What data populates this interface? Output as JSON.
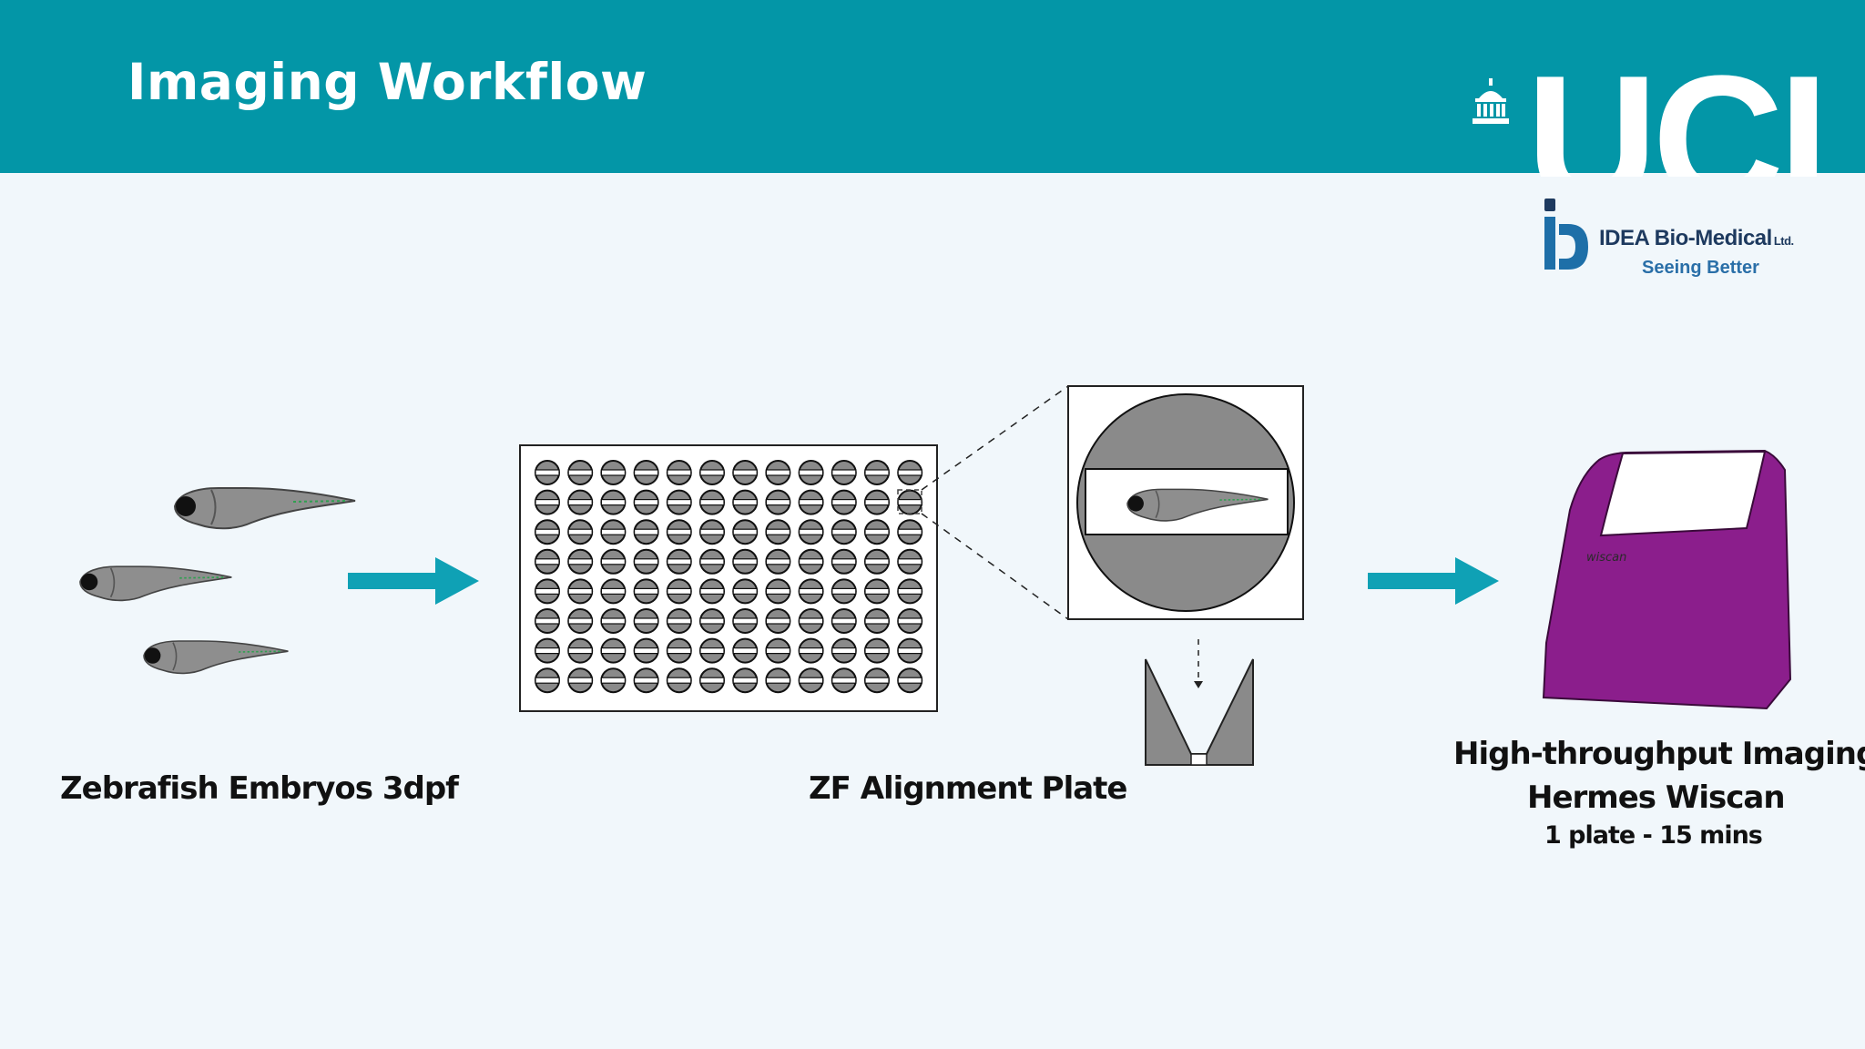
{
  "header": {
    "title": "Imaging Workflow",
    "bg_color": "#0396a7",
    "logo_text": "UCL",
    "logo_icon": "portico-icon"
  },
  "partner_logo": {
    "name": "IDEA Bio-Medical",
    "suffix": "Ltd.",
    "tagline": "Seeing Better",
    "icon": "ib-logo-icon"
  },
  "workflow": {
    "steps": [
      {
        "label": "Zebrafish Embryos 3dpf"
      },
      {
        "label": "ZF Alignment Plate",
        "plate_rows": 8,
        "plate_cols": 12
      },
      {
        "label": "High-throughput Imaging",
        "instrument": "Hermes Wiscan",
        "throughput": "1 plate - 15 mins",
        "device_brand": "wiscan"
      }
    ],
    "arrow_color": "#0fa1b5",
    "device_color": "#8b1e8c"
  }
}
